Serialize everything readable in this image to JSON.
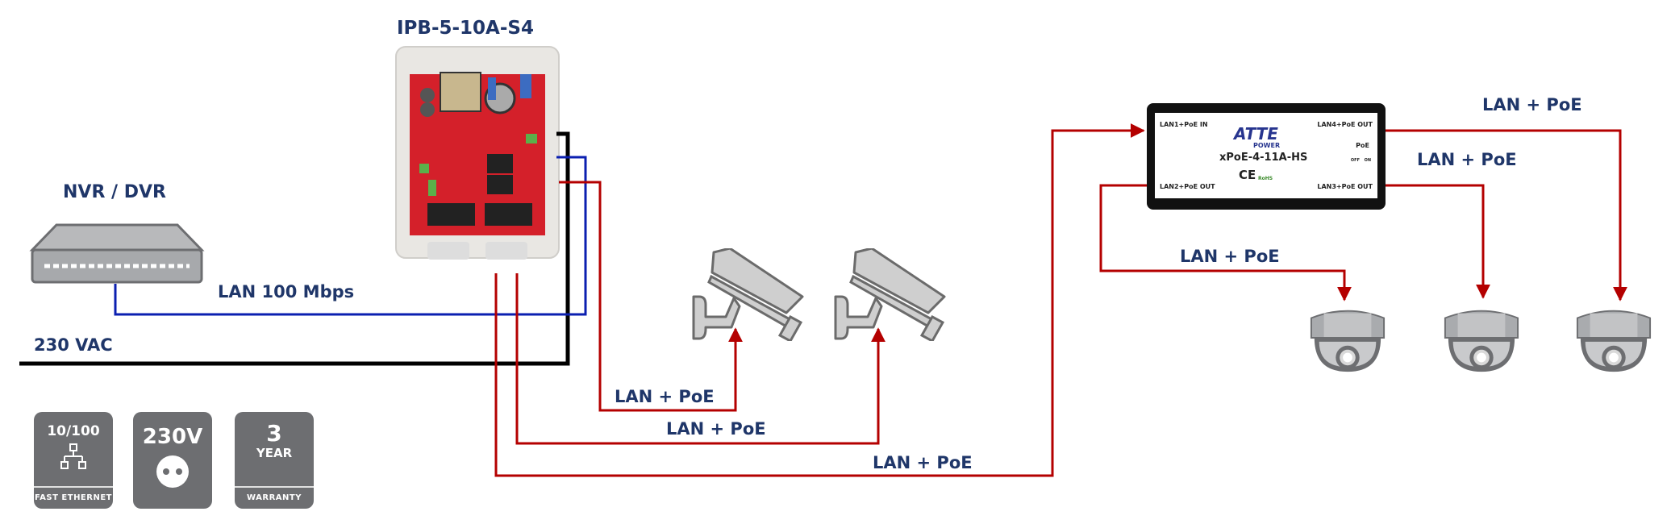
{
  "title": "IPB-5-10A-S4",
  "nvr_label": "NVR / DVR",
  "lan_100_label": "LAN 100 Mbps",
  "vac_label": "230 VAC",
  "poe_labels": [
    "LAN + PoE",
    "LAN + PoE",
    "LAN + PoE",
    "LAN + PoE",
    "LAN + PoE",
    "LAN + PoE"
  ],
  "switch": {
    "model": "xPoE-4-11A-HS",
    "brand": "ATTE",
    "brand_sub": "POWER",
    "port1": "LAN1+PoE IN",
    "port2": "LAN2+PoE OUT",
    "port3": "LAN3+PoE OUT",
    "port4": "LAN4+PoE OUT",
    "poe": "PoE",
    "off": "OFF",
    "on": "ON",
    "ce": "CE",
    "rohs": "RoHS"
  },
  "badges": [
    {
      "top": "10/100",
      "bottom": "FAST ETHERNET",
      "icon": "network-icon"
    },
    {
      "top": "230V",
      "icon": "socket-icon"
    },
    {
      "top": "3",
      "mid": "YEAR",
      "bottom": "WARRANTY"
    }
  ],
  "colors": {
    "poe": "#b40000",
    "lan": "#0b1fb0",
    "power": "#000000",
    "text": "#1f3669",
    "badge": "#6d6e71"
  }
}
